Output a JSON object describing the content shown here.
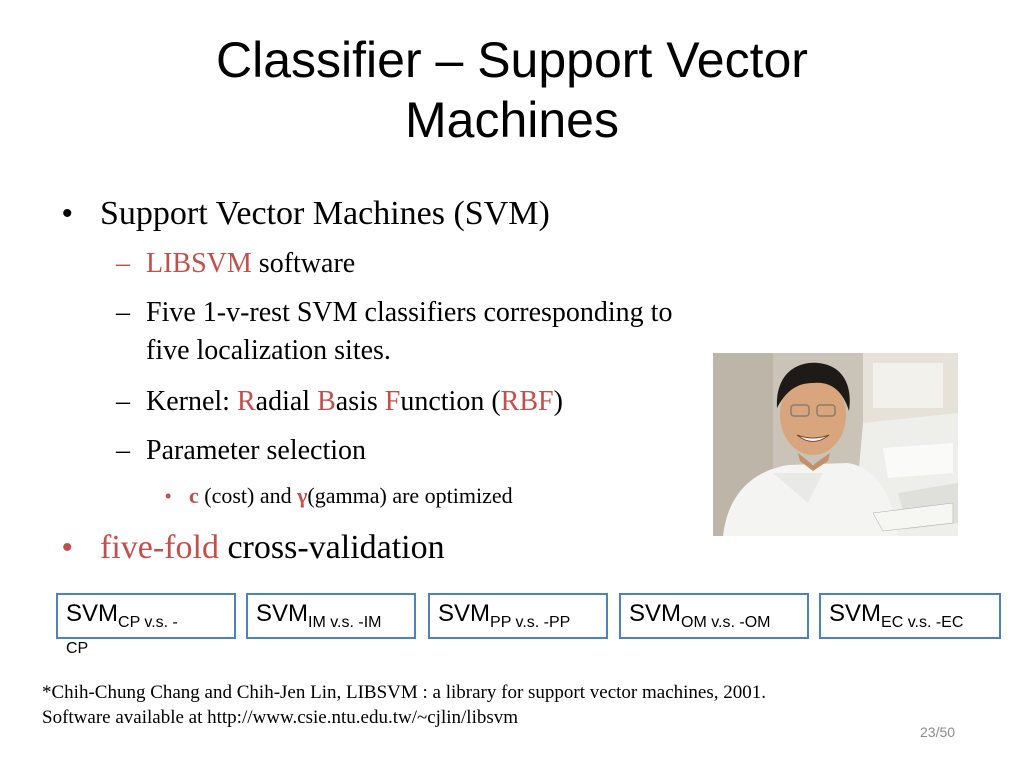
{
  "title": {
    "line1": "Classifier – Support Vector",
    "line2": "Machines"
  },
  "bullets": {
    "svm": "Support Vector Machines (SVM)",
    "libsvm_red": "LIBSVM",
    "libsvm_rest": " software",
    "five_line1": "Five 1-v-rest SVM classifiers corresponding to",
    "five_line2": "five localization sites.",
    "kernel_prefix": "Kernel: ",
    "kernel_R": "R",
    "kernel_adial": "adial ",
    "kernel_B": "B",
    "kernel_asis": "asis ",
    "kernel_F": "F",
    "kernel_unction": "unction (",
    "kernel_RBF": "RBF",
    "kernel_close": ")",
    "param": "Parameter selection",
    "sub_c": "c",
    "sub_mid": " (cost) and ",
    "sub_gamma": "γ",
    "sub_end": "(gamma) are optimized",
    "fivefold_red": "five-fold",
    "fivefold_rest": " cross-validation"
  },
  "markers": {
    "bullet": "•",
    "dash": "–"
  },
  "svm_boxes": [
    {
      "main": "SVM",
      "sub": "CP v.s. -",
      "wrap": "CP"
    },
    {
      "main": "SVM",
      "sub": "IM v.s. -IM"
    },
    {
      "main": "SVM",
      "sub": "PP v.s. -PP"
    },
    {
      "main": "SVM",
      "sub": "OM v.s. -OM"
    },
    {
      "main": "SVM",
      "sub": "EC v.s. -EC"
    }
  ],
  "footnote": {
    "line1": "*Chih-Chung Chang and Chih-Jen Lin, LIBSVM : a library for support vector machines, 2001.",
    "line2": "Software available at http://www.csie.ntu.edu.tw/~cjlin/libsvm"
  },
  "page_number": "23/50",
  "colors": {
    "accent_red": "#c0504d",
    "box_border": "#4f81bd",
    "page_num": "#8c8c8c"
  }
}
